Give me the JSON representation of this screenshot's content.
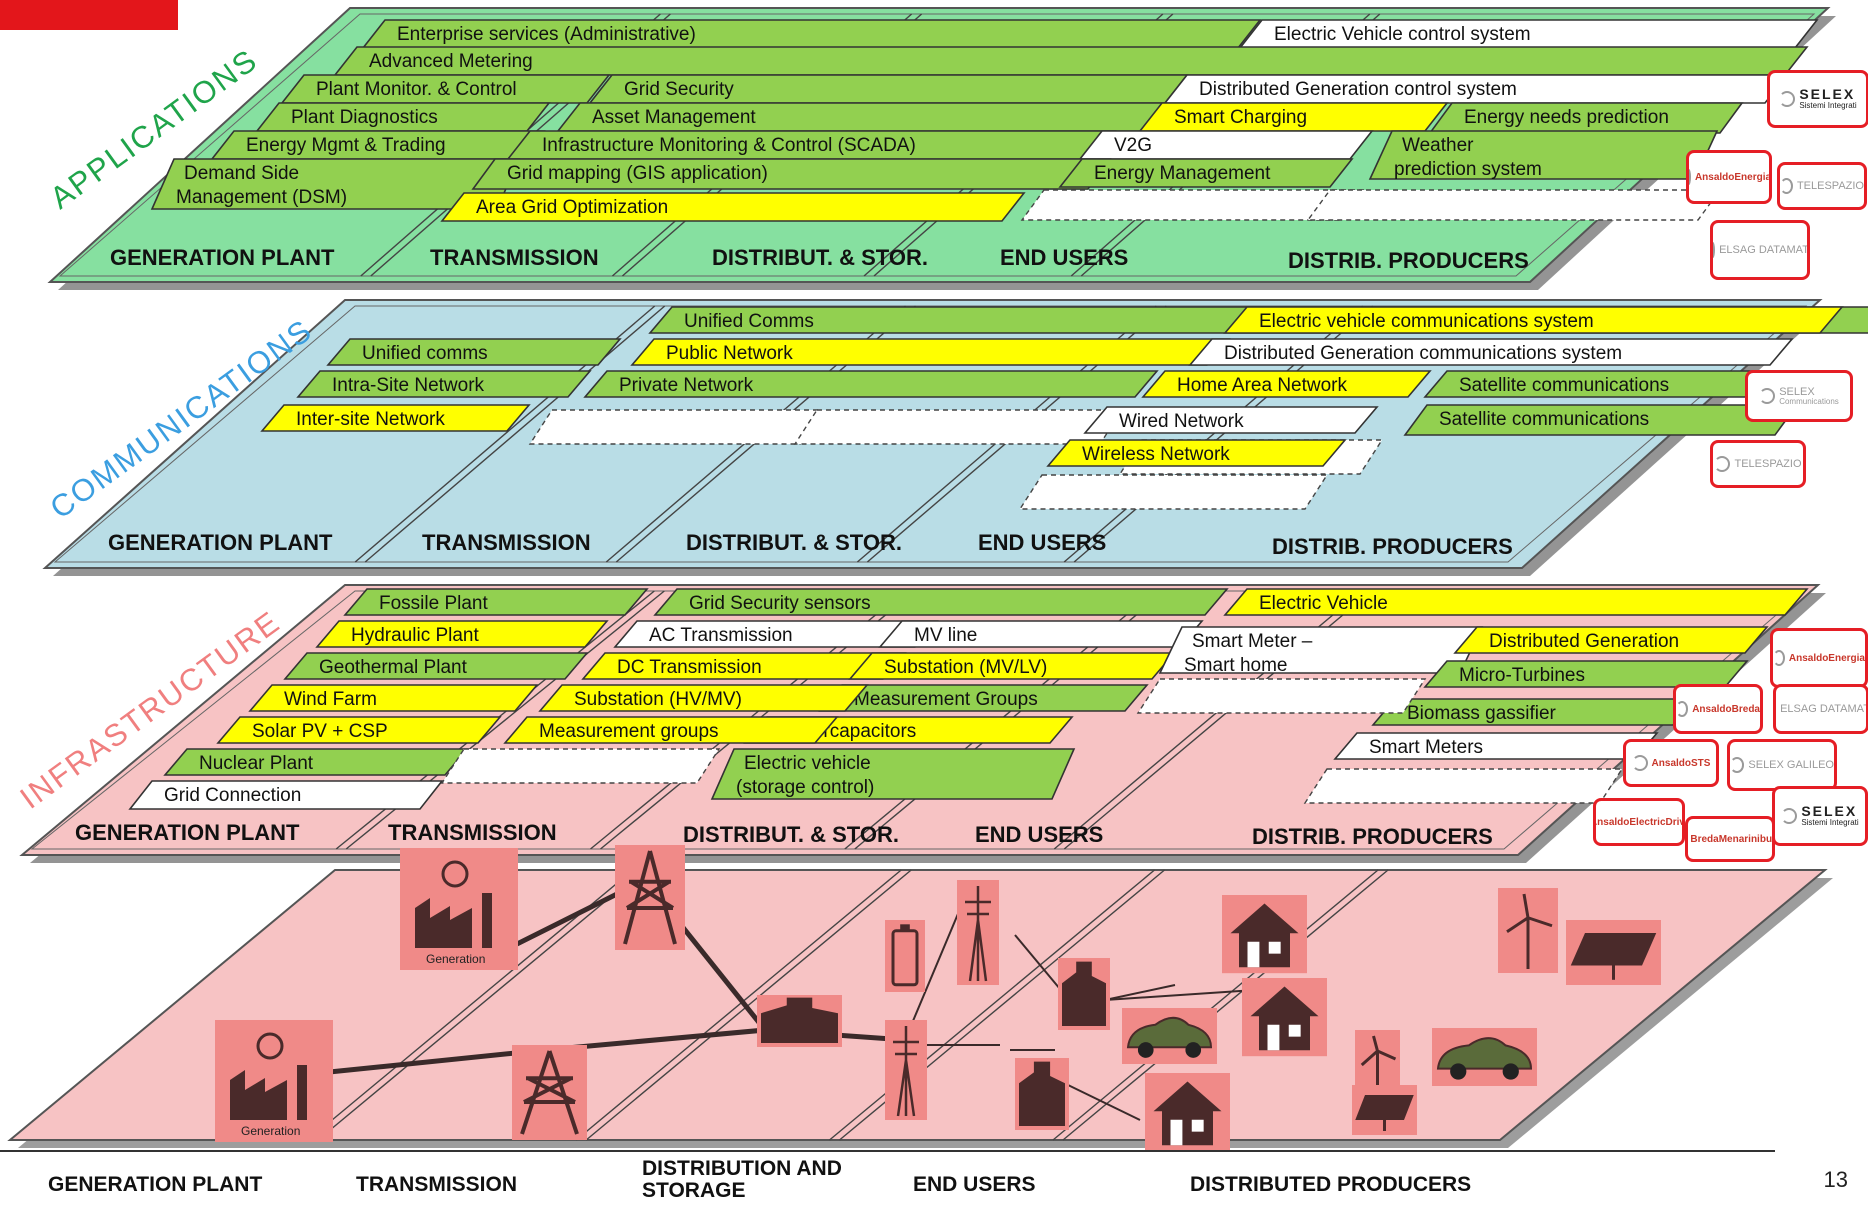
{
  "layers": [
    {
      "title": "APPLICATIONS",
      "title_color": "#1fa44a",
      "plane_color": "#86e0a0",
      "columns": [
        "GENERATION PLANT",
        "TRANSMISSION",
        "DISTRIBUT. & STOR.",
        "END USERS",
        "DISTRIB. PRODUCERS"
      ],
      "boxes": [
        {
          "text": "Enterprise services  (Administrative)",
          "fill": "green"
        },
        {
          "text": "Electric Vehicle control system",
          "fill": "white"
        },
        {
          "text": "Advanced Metering",
          "fill": "green"
        },
        {
          "text": "Plant Monitor. & Control",
          "fill": "green"
        },
        {
          "text": "Grid Security",
          "fill": "green"
        },
        {
          "text": "Distributed Generation  control system",
          "fill": "white"
        },
        {
          "text": "Plant Diagnostics",
          "fill": "green"
        },
        {
          "text": "Asset Management",
          "fill": "green"
        },
        {
          "text": "Smart Charging",
          "fill": "yellow"
        },
        {
          "text": "Energy needs prediction",
          "fill": "green"
        },
        {
          "text": "Energy Mgmt & Trading",
          "fill": "green"
        },
        {
          "text": "Infrastructure Monitoring & Control (SCADA)",
          "fill": "green"
        },
        {
          "text": "V2G",
          "fill": "white"
        },
        {
          "text": "Weather prediction system",
          "fill": "green"
        },
        {
          "text": "Demand Side Management (DSM)",
          "fill": "green"
        },
        {
          "text": "Grid mapping (GIS application)",
          "fill": "green"
        },
        {
          "text": "Energy Management",
          "fill": "green"
        },
        {
          "text": "Area Grid Optimization",
          "fill": "yellow"
        },
        {
          "text": "",
          "fill": "dashed"
        },
        {
          "text": "",
          "fill": "dashed"
        }
      ]
    },
    {
      "title": "COMMUNICATIONS",
      "title_color": "#3b9ee0",
      "plane_color": "#b9dde6",
      "columns": [
        "GENERATION PLANT",
        "TRANSMISSION",
        "DISTRIBUT. & STOR.",
        "END USERS",
        "DISTRIB. PRODUCERS"
      ],
      "boxes": [
        {
          "text": "Unified Comms",
          "fill": "green"
        },
        {
          "text": "Electric vehicle communications system",
          "fill": "yellow"
        },
        {
          "text": "Unified comms",
          "fill": "green"
        },
        {
          "text": "Public Network",
          "fill": "yellow"
        },
        {
          "text": "Distributed  Generation communications system",
          "fill": "white"
        },
        {
          "text": "Intra-Site Network",
          "fill": "green"
        },
        {
          "text": "Private Network",
          "fill": "green"
        },
        {
          "text": "Home Area Network",
          "fill": "yellow"
        },
        {
          "text": "Satellite communications",
          "fill": "green"
        },
        {
          "text": "Inter-site Network",
          "fill": "yellow"
        },
        {
          "text": "",
          "fill": "dashed"
        },
        {
          "text": "",
          "fill": "dashed"
        },
        {
          "text": "Wired Network",
          "fill": "white"
        },
        {
          "text": "",
          "fill": "dashed"
        },
        {
          "text": "Wireless Network",
          "fill": "yellow"
        },
        {
          "text": "Satellite communications",
          "fill": "green"
        },
        {
          "text": "",
          "fill": "dashed"
        }
      ]
    },
    {
      "title": "INFRASTRUCTURE",
      "title_color": "#f07f7f",
      "plane_color": "#f7c3c4",
      "columns": [
        "GENERATION PLANT",
        "TRANSMISSION",
        "DISTRIBUT. & STOR.",
        "END USERS",
        "DISTRIB. PRODUCERS"
      ],
      "boxes": [
        {
          "text": "Fossile Plant",
          "fill": "green"
        },
        {
          "text": "Grid Security sensors",
          "fill": "green"
        },
        {
          "text": "Electric Vehicle",
          "fill": "yellow"
        },
        {
          "text": "Hydraulic Plant",
          "fill": "yellow"
        },
        {
          "text": "AC Transmission",
          "fill": "white"
        },
        {
          "text": "MV line",
          "fill": "white"
        },
        {
          "text": "Geothermal Plant",
          "fill": "green"
        },
        {
          "text": "DC Transmission",
          "fill": "yellow"
        },
        {
          "text": "Substation (MV/LV)",
          "fill": "yellow"
        },
        {
          "text": "Smart Meter – Smart home",
          "fill": "white"
        },
        {
          "text": "Distributed Generation",
          "fill": "yellow"
        },
        {
          "text": "Wind Farm",
          "fill": "yellow"
        },
        {
          "text": "Measurement Groups",
          "fill": "green"
        },
        {
          "text": "Micro-Turbines",
          "fill": "green"
        },
        {
          "text": "Solar PV + CSP",
          "fill": "yellow"
        },
        {
          "text": "Substation (HV/MV)",
          "fill": "yellow"
        },
        {
          "text": "Supercapacitors",
          "fill": "yellow"
        },
        {
          "text": "Biomass gassifier",
          "fill": "green"
        },
        {
          "text": "Nuclear Plant",
          "fill": "green"
        },
        {
          "text": "Measurement groups",
          "fill": "yellow"
        },
        {
          "text": "Electric vehicle (storage control)",
          "fill": "green"
        },
        {
          "text": "Smart Meters",
          "fill": "white"
        },
        {
          "text": "Grid Connection",
          "fill": "white"
        },
        {
          "text": "",
          "fill": "dashed"
        },
        {
          "text": "",
          "fill": "dashed"
        },
        {
          "text": "",
          "fill": "dashed"
        }
      ]
    }
  ],
  "physical_layer": {
    "plane_color": "#f7c3c4",
    "generation_label": "Generation",
    "icons": [
      "generation-plant-icon",
      "transmission-tower-icon",
      "substation-icon",
      "battery-icon",
      "power-pole-icon",
      "house-icon",
      "electric-car-icon",
      "wind-turbine-icon",
      "solar-panel-icon"
    ]
  },
  "logos": [
    {
      "text": "SELEX",
      "sub": "Sistemi Integrati",
      "style": "strong"
    },
    {
      "text": "AnsaldoEnergia",
      "style": "ansaldo"
    },
    {
      "text": "TELESPAZIO",
      "style": "faint"
    },
    {
      "text": "ELSAG DATAMAT",
      "style": "faint"
    },
    {
      "text": "SELEX",
      "sub": "Communications",
      "style": "faint"
    },
    {
      "text": "TELESPAZIO",
      "style": "faint"
    },
    {
      "text": "AnsaldoEnergia",
      "style": "ansaldo"
    },
    {
      "text": "AnsaldoBreda",
      "style": "ansaldo"
    },
    {
      "text": "ELSAG DATAMAT",
      "style": "faint"
    },
    {
      "text": "AnsaldoSTS",
      "style": "ansaldo"
    },
    {
      "text": "SELEX GALILEO",
      "style": "faint"
    },
    {
      "text": "SELEX",
      "sub": "Sistemi Integrati",
      "style": "strong"
    },
    {
      "text": "AnsaldoElectricDrives",
      "style": "ansaldo"
    },
    {
      "text": "BredaMenarinibus",
      "style": "ansaldo"
    }
  ],
  "footer": {
    "columns": [
      "GENERATION PLANT",
      "TRANSMISSION",
      "DISTRIBUTION AND STORAGE",
      "END USERS",
      "DISTRIBUTED PRODUCERS"
    ],
    "page_number": "13"
  },
  "colors": {
    "green_box": "#92d050",
    "yellow_box": "#ffff00",
    "white_box": "#ffffff",
    "frame_red": "#e51e25"
  }
}
